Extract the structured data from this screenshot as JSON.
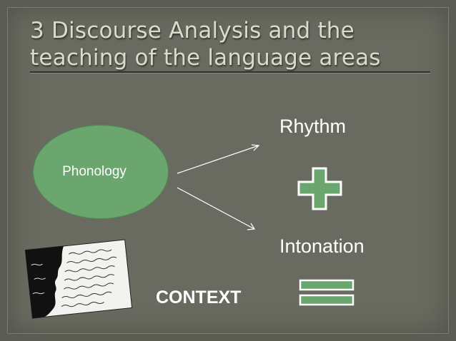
{
  "slide": {
    "title_line1": "3 Discourse Analysis and the",
    "title_line2": "teaching of the language areas",
    "phonology": "Phonology",
    "rhythm": "Rhythm",
    "intonation": "Intonation",
    "context": "CONTEXT"
  },
  "colors": {
    "background": "#6a6b60",
    "accent_green": "#6aa66d",
    "text_light": "#ffffff",
    "title_text": "#d9dccc"
  },
  "icons": [
    "plus-icon",
    "equals-icon",
    "arrow-icon"
  ]
}
